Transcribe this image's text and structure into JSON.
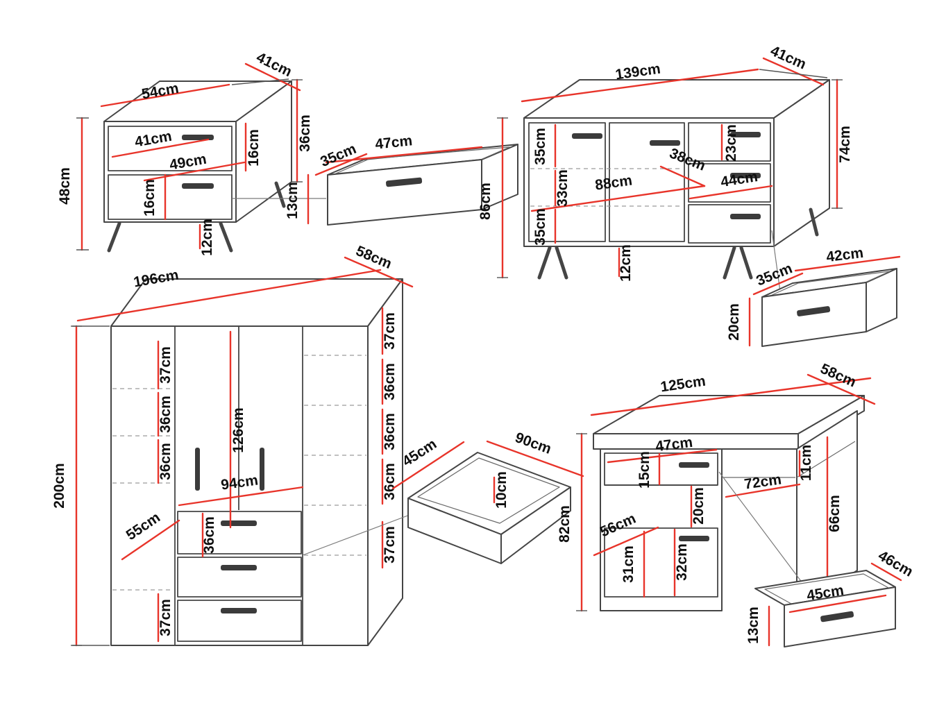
{
  "colors": {
    "dimension_line": "#e8342a",
    "outline": "#454545",
    "dashed_shelves": "#9a9a9a",
    "handles": "#3b3b3b",
    "background": "#ffffff"
  },
  "unit": "cm",
  "nightstand": {
    "top_width": "54cm",
    "top_depth": "41cm",
    "inner_depth": "41cm",
    "inner_width": "49cm",
    "carcass_height": "36cm",
    "top_drawer_height": "16cm",
    "bottom_drawer_height": "16cm",
    "total_height": "48cm",
    "leg_height": "12cm"
  },
  "nightstand_drawer": {
    "width": "47cm",
    "depth": "35cm",
    "height": "13cm"
  },
  "sideboard": {
    "top_width": "139cm",
    "top_depth": "41cm",
    "shelf_top": "35cm",
    "shelf_middle": "33cm",
    "shelf_bottom": "35cm",
    "total_height": "86cm",
    "inner_width": "88cm",
    "inner_depth": "38cm",
    "drawer_height": "23cm",
    "drawer_width": "44cm",
    "carcass_height": "74cm",
    "leg_height": "12cm"
  },
  "sideboard_drawer": {
    "width": "42cm",
    "depth": "35cm",
    "height": "20cm"
  },
  "wardrobe": {
    "top_width": "196cm",
    "top_depth": "58cm",
    "total_height": "200cm",
    "left_shelf_1": "37cm",
    "left_shelf_2": "36cm",
    "left_shelf_3": "36cm",
    "left_width": "55cm",
    "left_bottom": "37cm",
    "hanging_height": "126cm",
    "drawer_section": "36cm",
    "drawers_width": "94cm",
    "right_shelf_1": "37cm",
    "right_shelf_2": "36cm",
    "right_shelf_3": "36cm",
    "right_shelf_4": "36cm",
    "right_shelf_5": "37cm"
  },
  "wardrobe_drawer": {
    "depth": "45cm",
    "width": "90cm",
    "height": "10cm"
  },
  "desk": {
    "top_width": "125cm",
    "top_depth": "58cm",
    "total_height": "82cm",
    "drawer_width": "47cm",
    "drawer_height": "15cm",
    "niche_height": "20cm",
    "top_gap": "11cm",
    "knee_width": "72cm",
    "side_height": "66cm",
    "cabinet_width": "56cm",
    "cabinet_inner_height": "31cm",
    "door_height": "32cm"
  },
  "desk_drawer": {
    "width": "45cm",
    "depth": "46cm",
    "height": "13cm"
  }
}
